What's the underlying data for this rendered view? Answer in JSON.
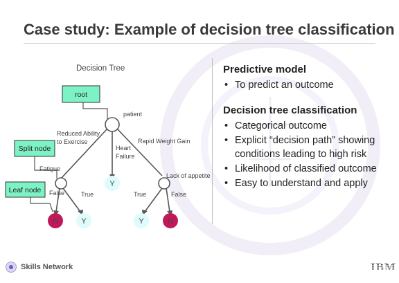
{
  "slide": {
    "title": "Case study: Example of decision tree classification"
  },
  "diagram": {
    "title": "Decision Tree",
    "edges": {
      "root_left": "Reduced Ability to Exercise",
      "root_mid": "Heart Failure",
      "root_right": "Rapid Weight Gain",
      "left_node": "Fatigue",
      "right_node": "Lack of appetite",
      "ll": "False",
      "lr": "True",
      "rl": "True",
      "rr": "False",
      "root_node": "patient"
    },
    "leaves": {
      "l1": "N",
      "l2": "Y",
      "mid": "Y",
      "r1": "Y",
      "r2": "N"
    },
    "callouts": {
      "root": "root",
      "split": "Split node",
      "leaf": "Leaf node"
    }
  },
  "right_panel": {
    "section1": {
      "heading": "Predictive model",
      "bullets": [
        "To predict an outcome"
      ]
    },
    "section2": {
      "heading": "Decision tree classification",
      "bullets": [
        "Categorical outcome",
        "Explicit “decision path” showing conditions leading to high risk",
        "Likelihood of classified outcome",
        "Easy to understand and apply"
      ]
    }
  },
  "footer": {
    "brand": "Skills Network",
    "ibm": "IBM"
  },
  "colors": {
    "callout_fill": "#7df2c4",
    "leaf_no": "#c2185b",
    "leaf_yes": "#dffbfb",
    "line": "#555555"
  }
}
